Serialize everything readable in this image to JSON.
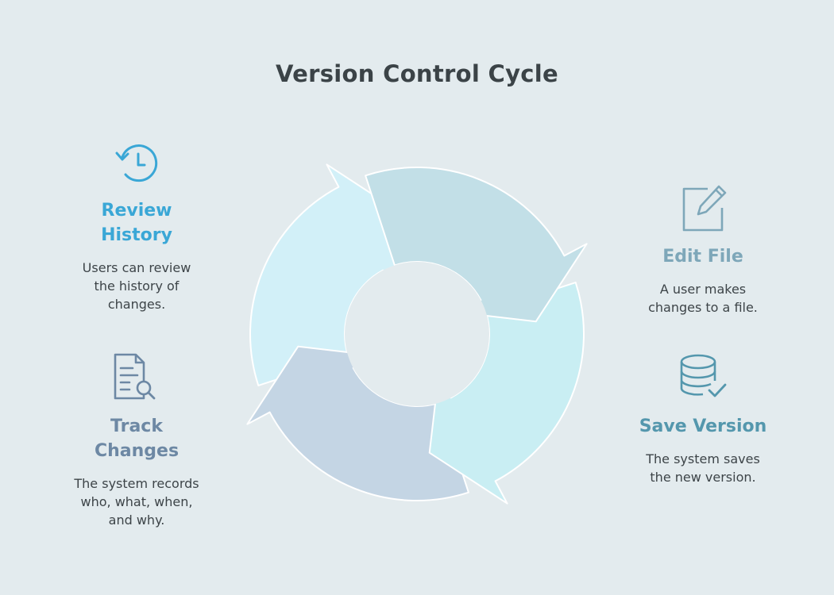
{
  "title": "Version Control Cycle",
  "steps": {
    "review": {
      "icon": "history-icon",
      "heading_line1": "Review",
      "heading_line2": "History",
      "desc_line1": "Users can review",
      "desc_line2": "the history of",
      "desc_line3": "changes.",
      "color": "#3aa7d6"
    },
    "edit": {
      "icon": "edit-file-icon",
      "heading_line1": "Edit File",
      "desc_line1": "A user makes",
      "desc_line2": "changes to a file.",
      "color": "#7ea7b9"
    },
    "save": {
      "icon": "database-check-icon",
      "heading_line1": "Save Version",
      "desc_line1": "The system saves",
      "desc_line2": "the new version.",
      "color": "#5497ad"
    },
    "track": {
      "icon": "document-search-icon",
      "heading_line1": "Track",
      "heading_line2": "Changes",
      "desc_line1": "The system records",
      "desc_line2": "who, what, when,",
      "desc_line3": "and why.",
      "color": "#6d88a4"
    }
  },
  "segment_colors": [
    "#c2dfe7",
    "#c9eef3",
    "#c4d5e4",
    "#d2f0f8"
  ]
}
